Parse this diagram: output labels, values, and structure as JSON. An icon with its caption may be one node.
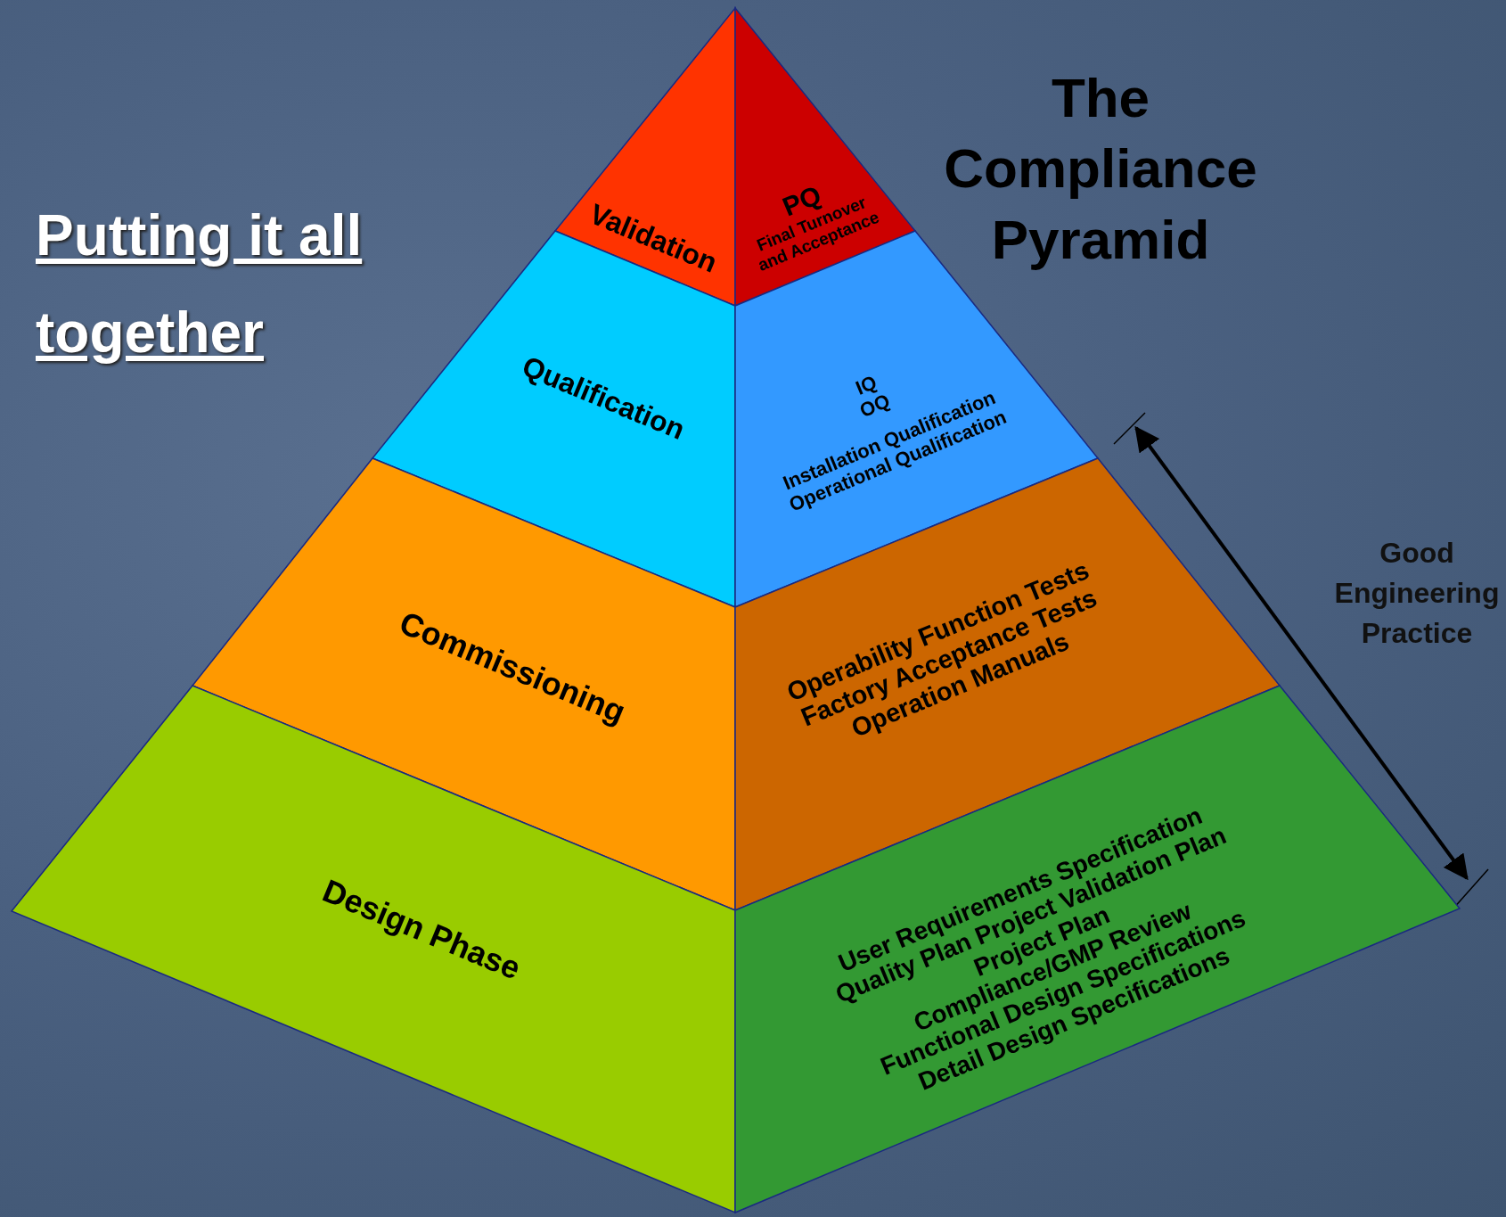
{
  "diagram": {
    "title": "The Compliance Pyramid",
    "nodes": [
      {
        "text": [
          "Validation"
        ]
      },
      {
        "text": [
          "PQ",
          "Final Turnover and Acceptance"
        ]
      },
      {
        "text": [
          "Qualification"
        ]
      },
      {
        "text": [
          "IQ",
          "OQ",
          "Installation Qualification",
          "Operational Qualification"
        ]
      },
      {
        "text": [
          "Commissioning"
        ]
      },
      {
        "text": [
          "Operability Function Tests",
          "Factory Acceptance Tests",
          "Operation Manuals"
        ]
      },
      {
        "text": [
          "Design Phase"
        ]
      },
      {
        "text": [
          "User Requirements Specification",
          "Quality Plan  Project Validation Plan",
          "Project Plan",
          "Compliance/GMP Review",
          "Functional Design Specifications",
          "Detail Design Specifications"
        ]
      }
    ],
    "labels": [
      "Putting it all together",
      "Good Engineering Practice"
    ]
  }
}
